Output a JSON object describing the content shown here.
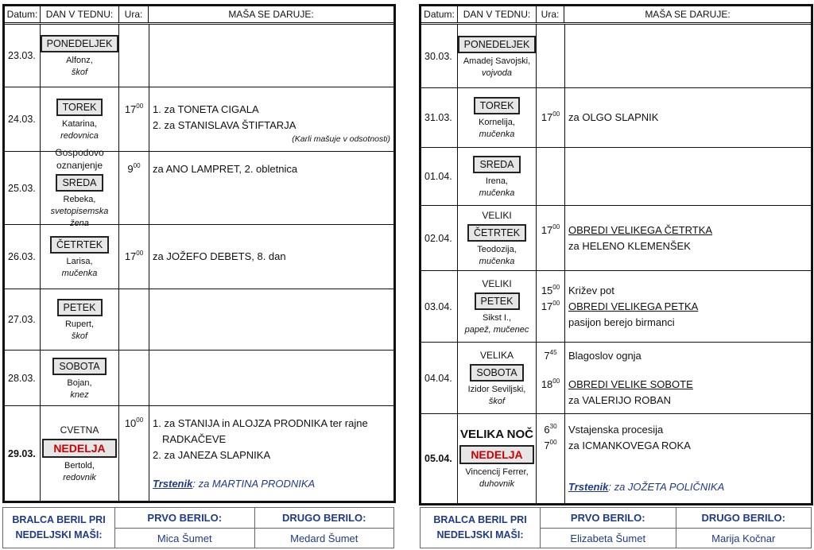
{
  "headers": {
    "date": "Datum:",
    "day": "DAN V TEDNU:",
    "time": "Ura:",
    "mass": "MAŠA SE DARUJE:"
  },
  "tables": [
    {
      "rows": [
        {
          "date": "23.03.",
          "day": "PONEDELJEK",
          "saint": "Alfonz,",
          "saint_title": "škof",
          "lines": []
        },
        {
          "date": "24.03.",
          "day": "TOREK",
          "saint": "Katarina,",
          "saint_title": "redovnica",
          "lines": [
            {
              "spacer": true
            },
            {
              "h": "17",
              "m": "00",
              "text": "1. za TONETA CIGALA"
            },
            {
              "text": "2. za STANISLAVA ŠTIFTARJA"
            },
            {
              "text": "(Karli mašuje v odsotnosti)",
              "style": "note"
            }
          ]
        },
        {
          "date": "25.03.",
          "pre": "Gospodovo oznanjenje",
          "day": "SREDA",
          "saint": "Rebeka,",
          "saint_title": "svetopisemska žena",
          "lines": [
            {
              "h": "9",
              "m": "00",
              "text": "za ANO LAMPRET, 2. obletnica"
            },
            {
              "spacer": true
            },
            {
              "spacer": true
            },
            {
              "spacer": true
            }
          ]
        },
        {
          "date": "26.03.",
          "day": "ČETRTEK",
          "saint": "Larisa,",
          "saint_title": "mučenka",
          "lines": [
            {
              "h": "17",
              "m": "00",
              "text": "za JOŽEFO DEBETS, 8. dan"
            }
          ]
        },
        {
          "date": "27.03.",
          "day": "PETEK",
          "saint": "Rupert,",
          "saint_title": "škof",
          "lines": []
        },
        {
          "date": "28.03.",
          "day": "SOBOTA",
          "saint": "Bojan,",
          "saint_title": "knez",
          "lines": []
        },
        {
          "date": "29.03.",
          "date_bold": true,
          "pre": "CVETNA",
          "day": "NEDELJA",
          "day_red": true,
          "saint": "Bertold,",
          "saint_title": "redovnik",
          "lines": [
            {
              "h": "10",
              "m": "00",
              "text": "1. za STANIJA in ALOJZA PRODNIKA ter rajne"
            },
            {
              "text": "RADKAČEVE",
              "style": "indent"
            },
            {
              "text": "2. za JANEZA SLAPNIKA"
            },
            {
              "spacer": true
            },
            {
              "text_bold": "Trstenik",
              "text": ": za MARTINA PRODNIKA",
              "style": "blue"
            }
          ]
        }
      ],
      "footer": {
        "label": "BRALCA BERIL PRI NEDELJSKI MAŠI:",
        "first_label": "PRVO BERILO:",
        "first": "Mica Šumet",
        "second_label": "DRUGO BERILO:",
        "second": "Medard Šumet"
      }
    },
    {
      "rows": [
        {
          "date": "30.03.",
          "day": "PONEDELJEK",
          "saint": "Amadej Savojski,",
          "saint_title": "vojvoda",
          "lines": []
        },
        {
          "date": "31.03.",
          "day": "TOREK",
          "saint": "Kornelija,",
          "saint_title": "mučenka",
          "lines": [
            {
              "h": "17",
              "m": "00",
              "text": "za OLGO SLAPNIK"
            }
          ]
        },
        {
          "date": "01.04.",
          "day": "SREDA",
          "saint": "Irena,",
          "saint_title": "mučenka",
          "lines": []
        },
        {
          "date": "02.04.",
          "pre": "VELIKI",
          "day": "ČETRTEK",
          "saint": "Teodozija,",
          "saint_title": "mučenka",
          "lines": [
            {
              "h": "17",
              "m": "00",
              "text": "OBREDI VELIKEGA ČETRTKA",
              "style": "u"
            },
            {
              "text": "za HELENO KLEMENŠEK"
            }
          ]
        },
        {
          "date": "03.04.",
          "pre": "VELIKI",
          "day": "PETEK",
          "saint": "Sikst  I.,",
          "saint_title": "papež, mučenec",
          "lines": [
            {
              "h": "15",
              "m": "00",
              "text": "Križev pot"
            },
            {
              "h": "17",
              "m": "00",
              "text": "OBREDI VELIKEGA PETKA",
              "style": "u"
            },
            {
              "text": "pasijon berejo birmanci"
            }
          ]
        },
        {
          "date": "04.04.",
          "pre": "VELIKA",
          "day": "SOBOTA",
          "saint": "Izidor Seviljski,",
          "saint_title": "škof",
          "lines": [
            {
              "h": "7",
              "m": "45",
              "text": "Blagoslov ognja"
            },
            {
              "spacer": true
            },
            {
              "h": "18",
              "m": "00",
              "text": "OBREDI VELIKE SOBOTE",
              "style": "u"
            },
            {
              "text": "za VALERIJO ROBAN"
            }
          ]
        },
        {
          "date": "05.04.",
          "date_bold": true,
          "pre": "VELIKA NOČ",
          "pre_big": true,
          "day": "NEDELJA",
          "day_red": true,
          "saint": "Vincencij Ferrer,",
          "saint_title": "duhovnik",
          "lines": [
            {
              "h": "6",
              "m": "30",
              "text": "Vstajenska procesija"
            },
            {
              "h": "7",
              "m": "00",
              "text": "za ICMANKOVEGA ROKA"
            },
            {
              "spacer": true
            },
            {
              "spacer": true
            },
            {
              "text_bold": "Trstenik",
              "text": ": za JOŽETA POLIČNIKA",
              "style": "blue"
            }
          ]
        }
      ],
      "footer": {
        "label": "BRALCA BERIL PRI NEDELJSKI MAŠI:",
        "first_label": "PRVO BERILO:",
        "first": "Elizabeta Šumet",
        "second_label": "DRUGO BERILO:",
        "second": "Marija Kočnar"
      }
    }
  ]
}
